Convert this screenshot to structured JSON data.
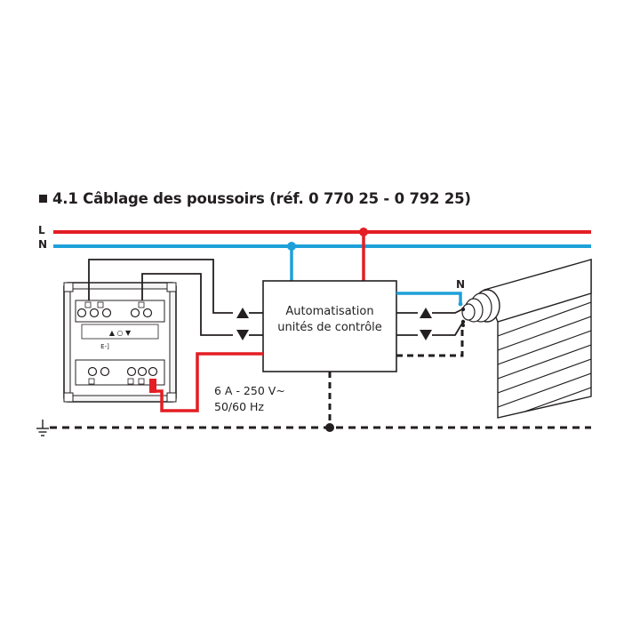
{
  "title": "4.1 Câblage des poussoirs (réf. 0 770 25 - 0 792 25)",
  "lines": {
    "live_label": "L",
    "neutral_label": "N"
  },
  "controller": {
    "line1": "Automatisation",
    "line2": "unités de contrôle"
  },
  "rating": {
    "line1": "6 A - 250 V~",
    "line2": "50/60 Hz"
  },
  "motor": {
    "neutral_label": "N"
  },
  "switch": {
    "symbols": "▲ ○ ▼",
    "small_label": "E-]"
  },
  "colors": {
    "live": "#e31e24",
    "neutral": "#1ea0d8",
    "wire": "#231f20",
    "ground": "#231f20"
  }
}
